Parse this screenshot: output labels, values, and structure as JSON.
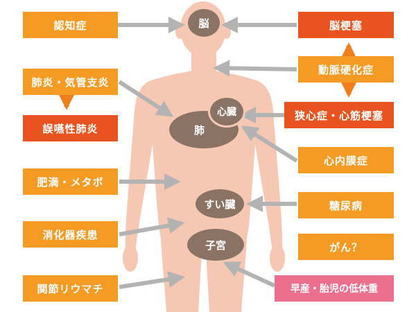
{
  "colors": {
    "skin": "#f6c8b4",
    "organ": "#8a7364",
    "organ_border": "#f6c8b4",
    "box_orange": "#f59a23",
    "box_red": "#e8531f",
    "box_pink": "#ec6f8e",
    "arrow_gray": "#b3b3b3",
    "arrow_orange": "#f07f1b"
  },
  "organs": {
    "brain": "脳",
    "heart": "心臓",
    "lung": "肺",
    "pancreas": "すい臓",
    "uterus": "子宮"
  },
  "left_boxes": {
    "dementia": "認知症",
    "pneumonia_bronchitis": "肺炎・気管支炎",
    "aspiration_pneumonia": "誤嚥性肺炎",
    "obesity_metabo": "肥満・メタボ",
    "digestive_disease": "消化器疾患",
    "rheumatoid_arthritis": "関節リウマチ"
  },
  "right_boxes": {
    "stroke": "脳梗塞",
    "arteriosclerosis": "動脈硬化症",
    "angina_infarction": "狭心症・心筋梗塞",
    "endocarditis": "心内膜症",
    "diabetes": "糖尿病",
    "cancer": "がん？",
    "preterm_birth": "早産・胎児の低体重"
  }
}
